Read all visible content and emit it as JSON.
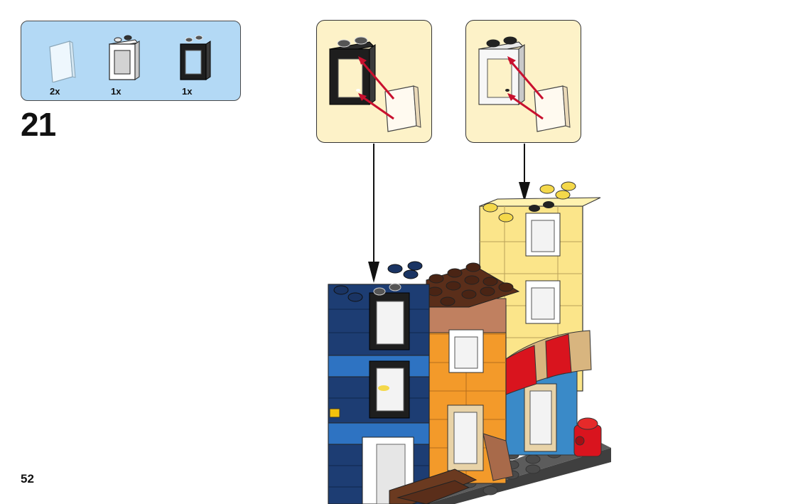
{
  "parts_list": {
    "background": "#b3d9f5",
    "items": [
      {
        "name": "transparent-window-glass",
        "color": "#e8f4fb",
        "qty": "2x"
      },
      {
        "name": "white-window-frame",
        "color": "#ffffff",
        "qty": "1x"
      },
      {
        "name": "black-window-frame",
        "color": "#1e1e1e",
        "qty": "1x"
      }
    ]
  },
  "step": {
    "number": "21"
  },
  "page": {
    "number": "52"
  },
  "callouts": [
    {
      "name": "black-frame-assembly",
      "frame_color": "#1e1e1e"
    },
    {
      "name": "white-frame-assembly",
      "frame_color": "#ffffff"
    }
  ],
  "colors": {
    "callout_bg": "#fdf2c8",
    "arrow_red": "#c8102e",
    "blue_building": "#1f5fa8",
    "orange_building": "#f39a2a",
    "yellow_building": "#fbe58a",
    "brown_roof": "#5a2e1a",
    "awning_red": "#d9141e",
    "awning_tan": "#d8b57f",
    "baseplate_gray": "#5c5c5c"
  }
}
